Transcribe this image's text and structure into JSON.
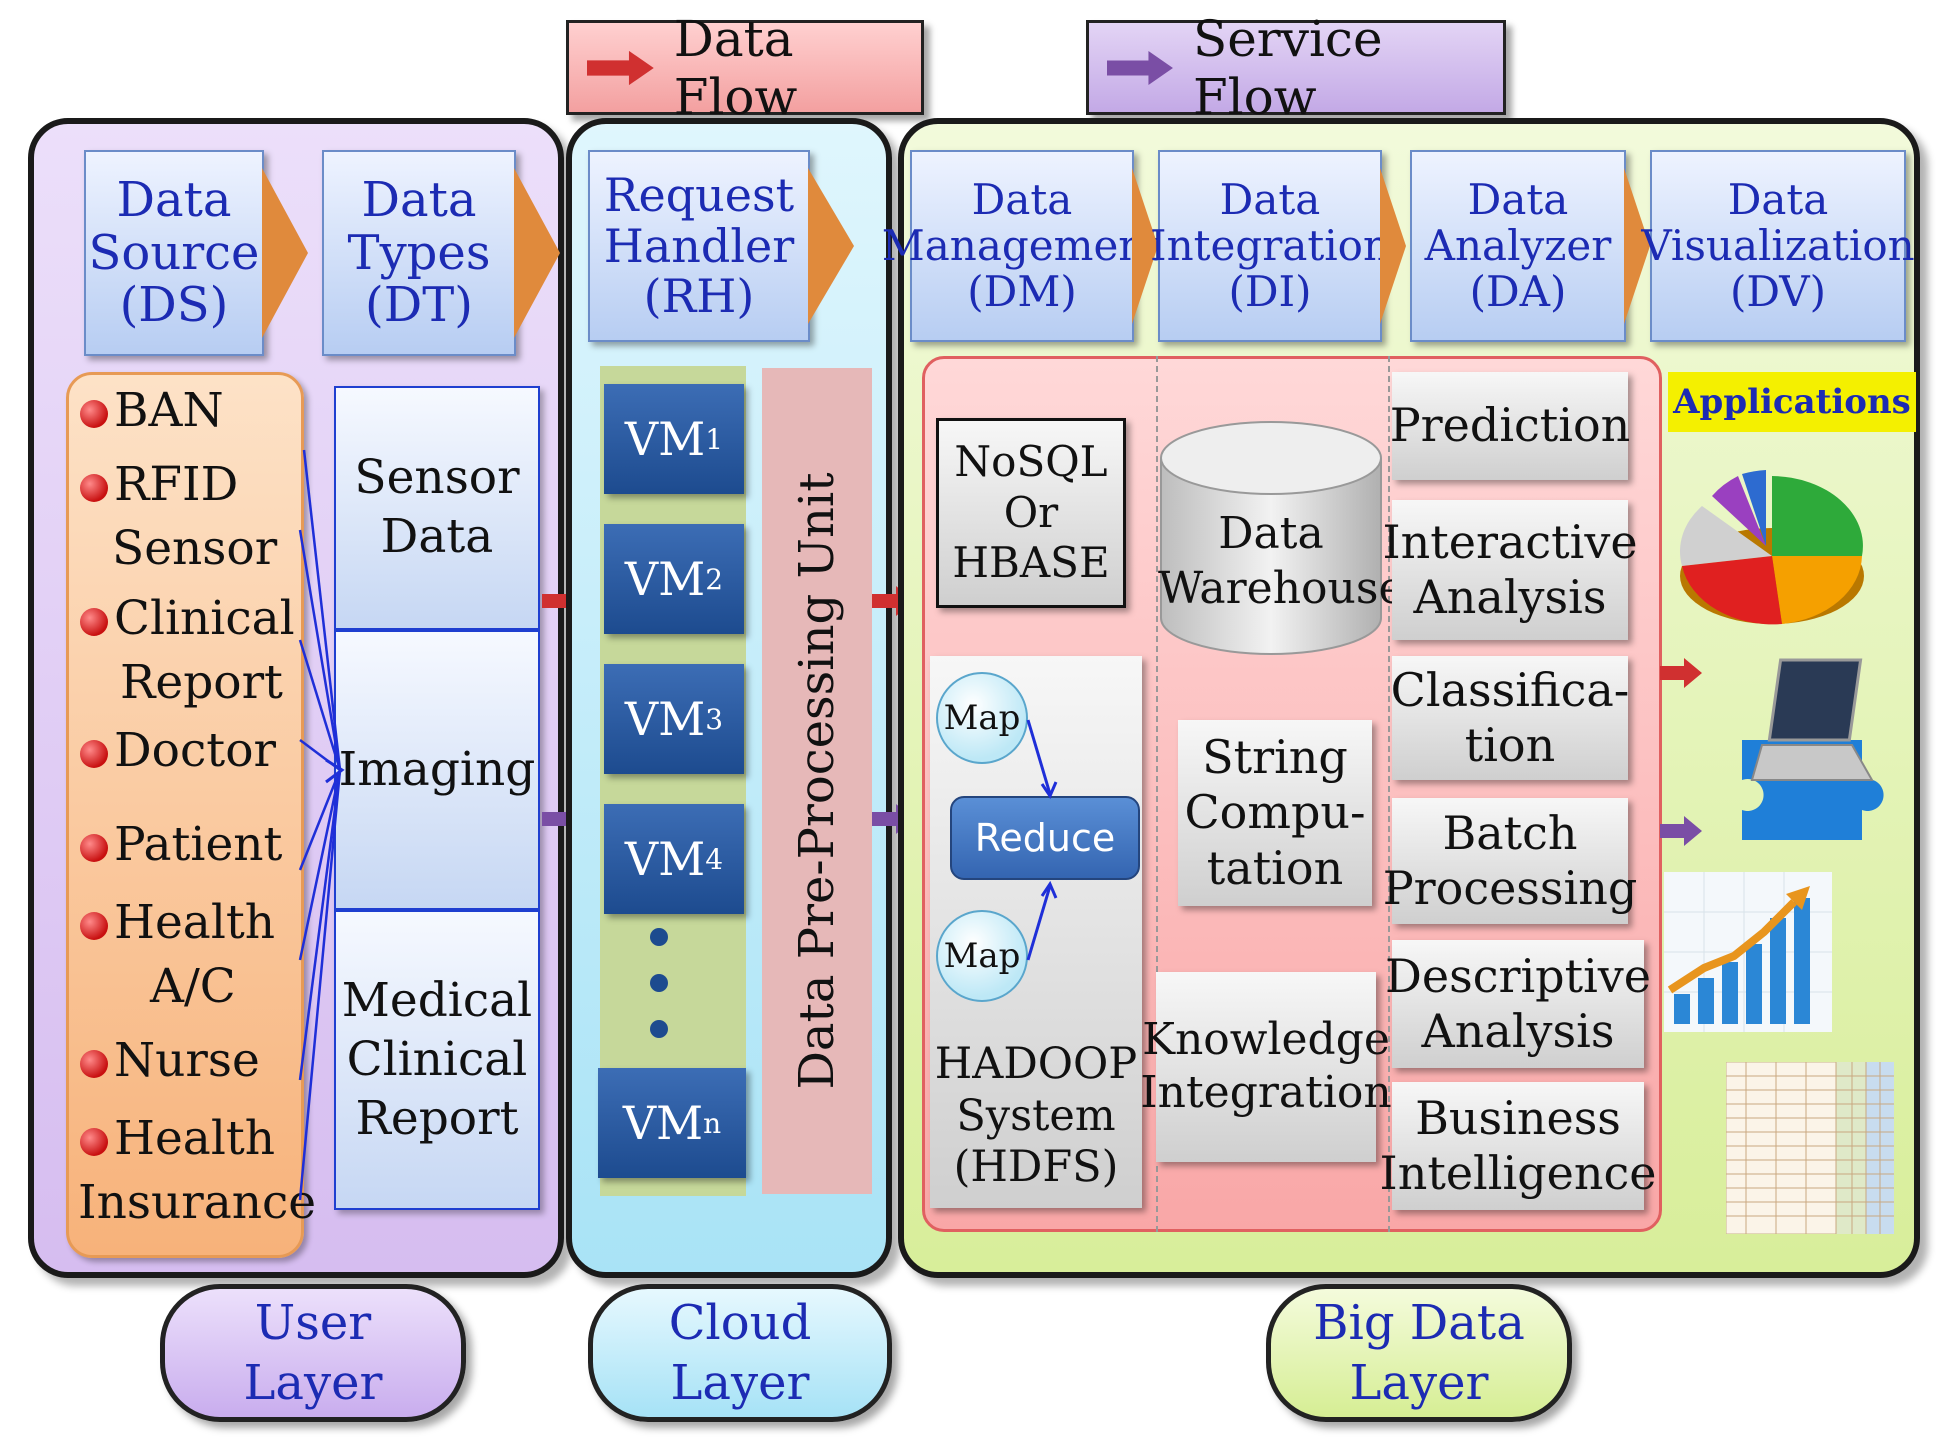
{
  "legend": {
    "data_flow": "Data Flow",
    "service_flow": "Service Flow"
  },
  "colors": {
    "user_layer": "#e4d2f5",
    "cloud_layer": "#c8effb",
    "bigdata_layer": "#ecf6c6",
    "data_flow_arrow": "#d03030",
    "service_flow_arrow": "#7a4ea5"
  },
  "user_layer": {
    "headers": [
      {
        "line1": "Data",
        "line2": "Source",
        "line3": "(DS)"
      },
      {
        "line1": "Data",
        "line2": "Types",
        "line3": "(DT)"
      }
    ],
    "sources": [
      "BAN",
      "RFID",
      "Sensor",
      "Clinical",
      "Report",
      "Doctor",
      "Patient",
      "Health",
      "A/C",
      "Nurse",
      "Health",
      "Insurance"
    ],
    "types": [
      {
        "line1": "Sensor",
        "line2": "Data"
      },
      {
        "line1": "Imaging"
      },
      {
        "line1": "Medical",
        "line2": "Clinical",
        "line3": "Report"
      }
    ],
    "label": {
      "line1": "User",
      "line2": "Layer"
    }
  },
  "cloud_layer": {
    "header": {
      "line1": "Request",
      "line2": "Handler",
      "line3": "(RH)"
    },
    "vms": [
      {
        "base": "VM",
        "sub": "1"
      },
      {
        "base": "VM",
        "sub": "2"
      },
      {
        "base": "VM",
        "sub": "3"
      },
      {
        "base": "VM",
        "sub": "4"
      },
      {
        "base": "VM",
        "sub": "n"
      }
    ],
    "preprocessing": "Data Pre-Processing Unit",
    "label": {
      "line1": "Cloud",
      "line2": "Layer"
    }
  },
  "bigdata_layer": {
    "headers": [
      {
        "line1": "Data",
        "line2": "Management",
        "line3": "(DM)"
      },
      {
        "line1": "Data",
        "line2": "Integration",
        "line3": "(DI)"
      },
      {
        "line1": "Data",
        "line2": "Analyzer",
        "line3": "(DA)"
      },
      {
        "line1": "Data",
        "line2": "Visualization",
        "line3": "(DV)"
      }
    ],
    "nosql": {
      "line1": "NoSQL",
      "line2": "Or",
      "line3": "HBASE"
    },
    "map1": "Map",
    "map2": "Map",
    "reduce": "Reduce",
    "hadoop": {
      "line1": "HADOOP",
      "line2": "System",
      "line3": "(HDFS)"
    },
    "warehouse": {
      "line1": "Data",
      "line2": "Warehouse"
    },
    "string_comp": {
      "line1": "String",
      "line2": "Compu-",
      "line3": "tation"
    },
    "knowledge": {
      "line1": "Knowledge",
      "line2": "Integration"
    },
    "analyzers": [
      {
        "line1": "Prediction"
      },
      {
        "line1": "Interactive",
        "line2": "Analysis"
      },
      {
        "line1": "Classifica-",
        "line2": "tion"
      },
      {
        "line1": "Batch",
        "line2": "Processing"
      },
      {
        "line1": "Descriptive",
        "line2": "Analysis"
      },
      {
        "line1": "Business",
        "line2": "Intelligence"
      }
    ],
    "applications": "Applications",
    "label": {
      "line1": "Big Data",
      "line2": "Layer"
    }
  }
}
